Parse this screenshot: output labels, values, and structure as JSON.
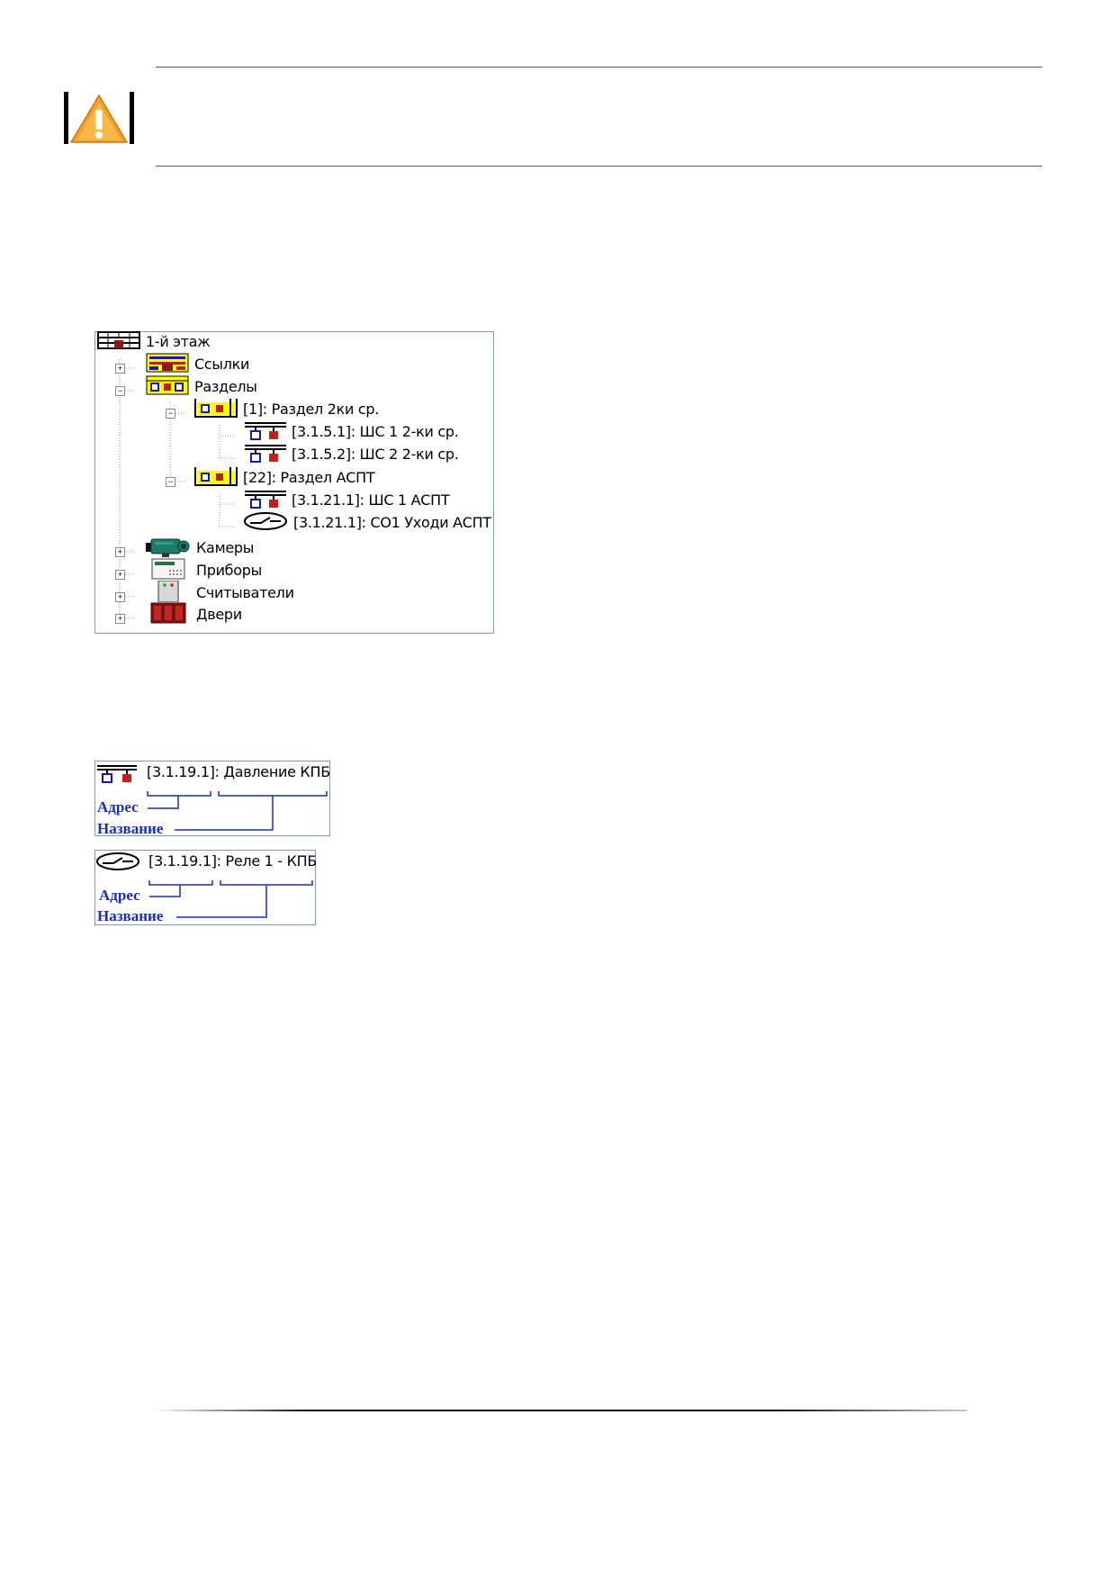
{
  "tree": {
    "root": "1-й этаж",
    "links": "Ссылки",
    "sections": "Разделы",
    "section1": "[1]: Раздел 2ки ср.",
    "zone1": "[3.1.5.1]: ШС 1 2-ки ср.",
    "zone2": "[3.1.5.2]: ШС 2 2-ки ср.",
    "section2": "[22]: Раздел АСПТ",
    "zone3": "[3.1.21.1]: ШС 1 АСПТ",
    "relay": "[3.1.21.1]: СО1 Уходи АСПТ",
    "cameras": "Камеры",
    "devices": "Приборы",
    "readers": "Считыватели",
    "doors": "Двери"
  },
  "zone_label": {
    "text": "[3.1.19.1]: Давление КПБ",
    "address": "Адрес",
    "name": "Название"
  },
  "relay_label": {
    "text": "[3.1.19.1]: Реле 1 - КПБ",
    "address": "Адрес",
    "name": "Название"
  },
  "colors": {
    "border": "#7f9db9",
    "caption": "#1a2fb8",
    "warning": "#f0a030"
  }
}
